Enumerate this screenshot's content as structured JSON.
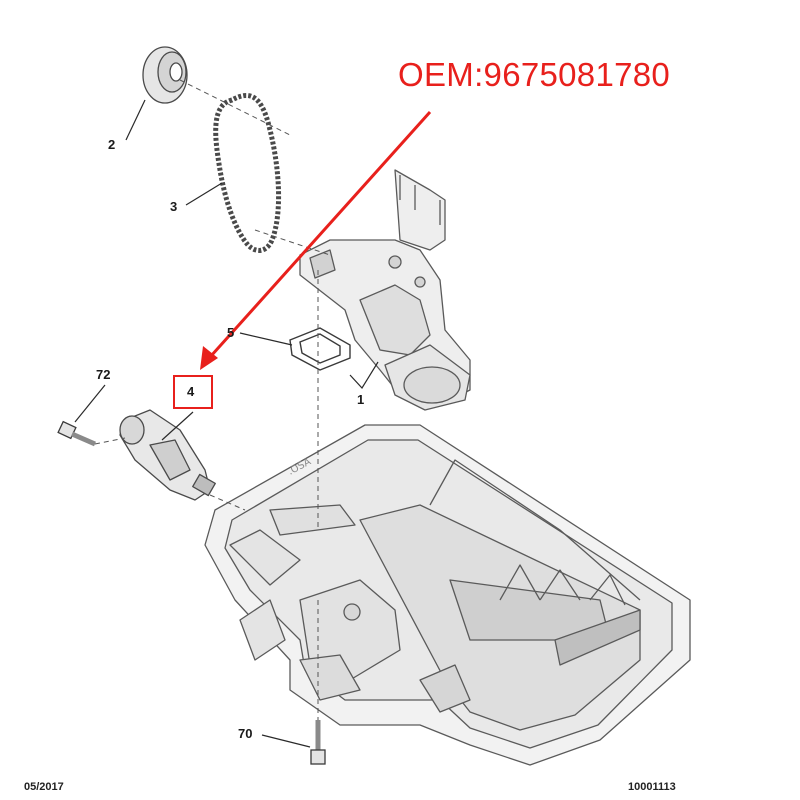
{
  "oem_note": "OEM:9675081780",
  "labels": {
    "p1": "1",
    "p2": "2",
    "p3": "3",
    "p4": "4",
    "p5": "5",
    "p70": "70",
    "p72": "72"
  },
  "footer": {
    "date": "05/2017",
    "doc_number": "10001113"
  },
  "colors": {
    "accent": "#e8201c",
    "line": "#2a2a2a",
    "part_outline": "#5a5a5a",
    "part_fill": "#eeeeee"
  }
}
